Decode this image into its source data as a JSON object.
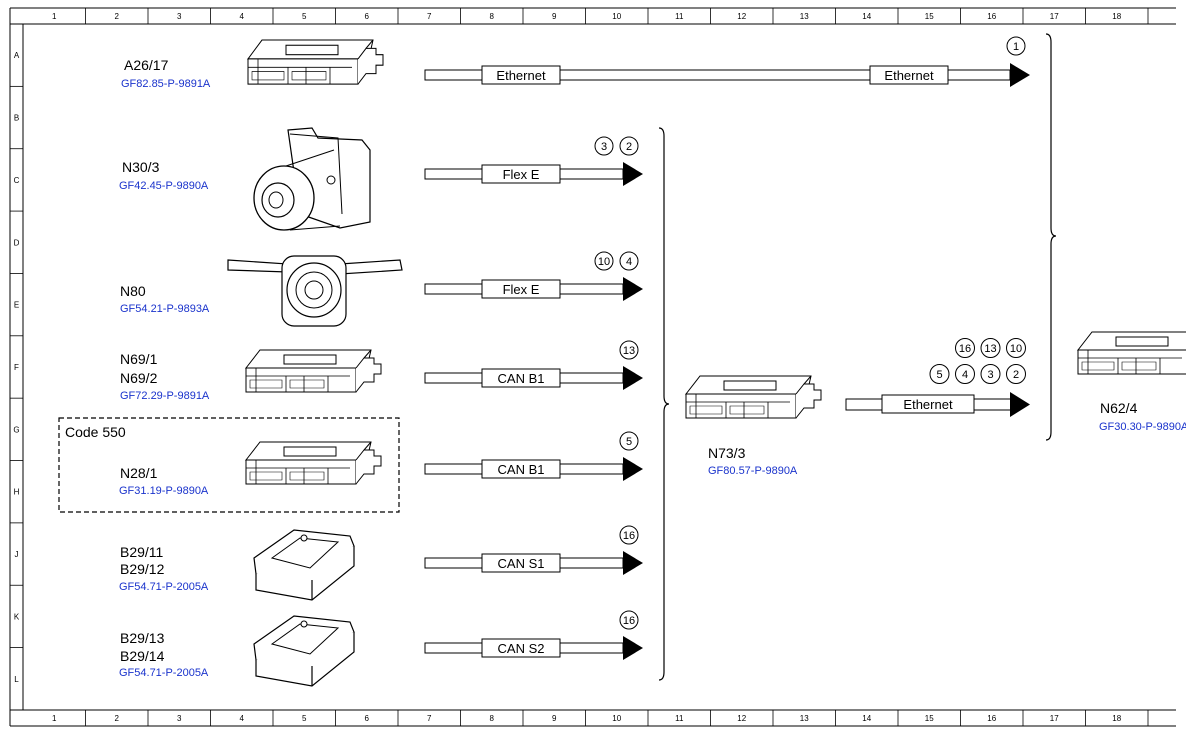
{
  "grid": {
    "columns": [
      "1",
      "2",
      "3",
      "4",
      "5",
      "6",
      "7",
      "8",
      "9",
      "10",
      "11",
      "12",
      "13",
      "14",
      "15",
      "16",
      "17",
      "18"
    ],
    "rows": [
      "A",
      "B",
      "C",
      "D",
      "E",
      "F",
      "G",
      "H",
      "J",
      "K",
      "L"
    ]
  },
  "components": [
    {
      "labels": [
        "A26/17"
      ],
      "ref": "GF82.85-P-9891A",
      "icon": "control-unit-icon"
    },
    {
      "labels": [
        "N30/3"
      ],
      "ref": "GF42.45-P-9890A",
      "icon": "steering-lock-icon"
    },
    {
      "labels": [
        "N80"
      ],
      "ref": "GF54.21-P-9893A",
      "icon": "steering-column-module-icon"
    },
    {
      "labels": [
        "N69/1",
        "N69/2"
      ],
      "ref": "GF72.29-P-9891A",
      "icon": "control-unit-icon"
    },
    {
      "labels": [
        "N28/1"
      ],
      "ref": "GF31.19-P-9890A",
      "icon": "control-unit-icon"
    },
    {
      "labels": [
        "B29/11",
        "B29/12"
      ],
      "ref": "GF54.71-P-2005A",
      "icon": "sensor-icon"
    },
    {
      "labels": [
        "B29/13",
        "B29/14"
      ],
      "ref": "GF54.71-P-2005A",
      "icon": "sensor-icon"
    }
  ],
  "code_box": {
    "label": "Code 550"
  },
  "buses": [
    {
      "name": "Ethernet",
      "name2": "Ethernet",
      "circles": [
        "1"
      ]
    },
    {
      "name": "Flex E",
      "circles": [
        "3",
        "2"
      ]
    },
    {
      "name": "Flex E",
      "circles": [
        "10",
        "4"
      ]
    },
    {
      "name": "CAN B1",
      "circles": [
        "13"
      ]
    },
    {
      "name": "CAN B1",
      "circles": [
        "5"
      ]
    },
    {
      "name": "CAN S1",
      "circles": [
        "16"
      ]
    },
    {
      "name": "CAN S2",
      "circles": [
        "16"
      ]
    }
  ],
  "gateway": {
    "label": "N73/3",
    "ref": "GF80.57-P-9890A",
    "bus": "Ethernet",
    "circles_top": [
      "16",
      "13",
      "10"
    ],
    "circles_bottom": [
      "5",
      "4",
      "3",
      "2"
    ]
  },
  "target": {
    "label": "N62/4",
    "ref": "GF30.30-P-9890A"
  },
  "colors": {
    "ref_text": "#1a33cc",
    "line": "#000000",
    "background": "#ffffff"
  }
}
